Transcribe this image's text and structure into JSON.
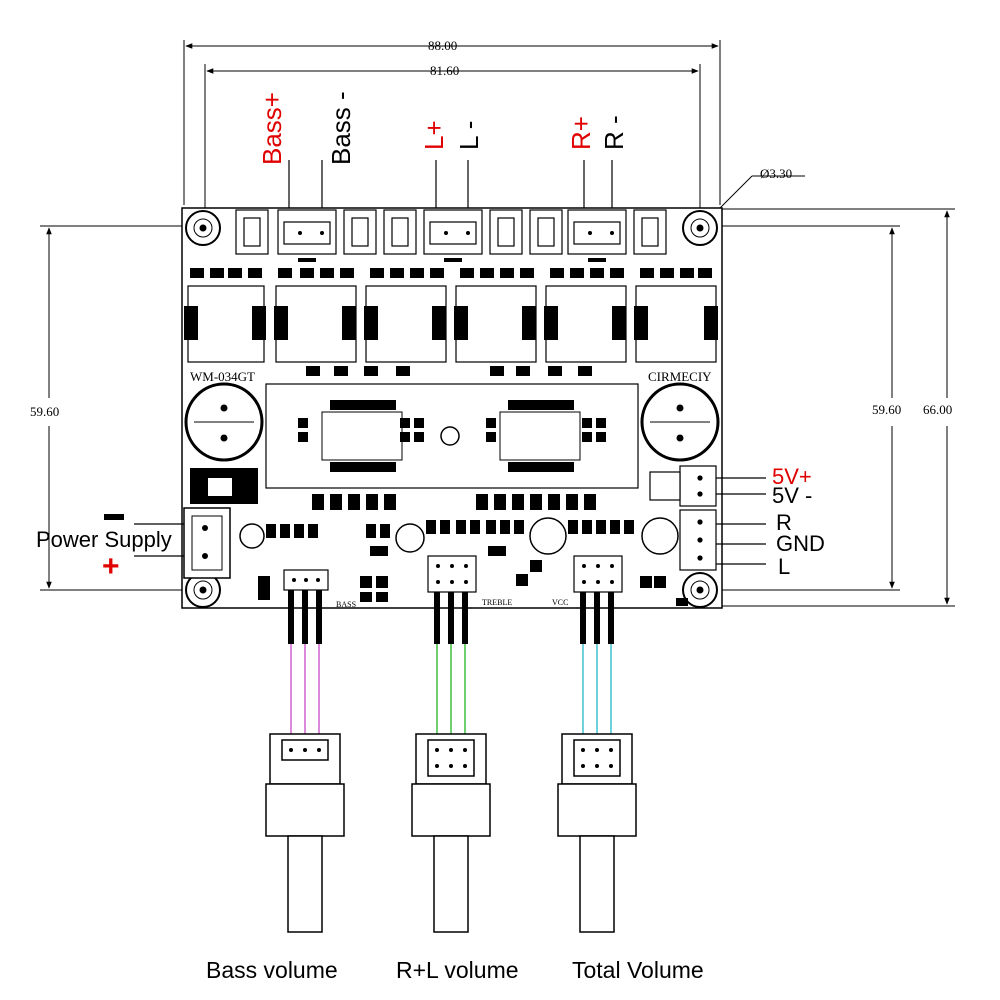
{
  "dimensions": {
    "outer_width": "88.00",
    "hole_spacing_width": "81.60",
    "hole_diameter": "Ø3.30",
    "left_height": "59.60",
    "right_inner_height": "59.60",
    "right_outer_height": "66.00"
  },
  "top_labels": {
    "bass_plus": "Bass+",
    "bass_minus": "Bass -",
    "l_plus": "L+",
    "l_minus": "L -",
    "r_plus": "R+",
    "r_minus": "R -"
  },
  "board_text": {
    "model": "WM-034GT",
    "brand": "CIRMECIY",
    "bass_silk": "BASS",
    "treble_silk": "TREBLE",
    "vcc_silk": "VCC"
  },
  "power_supply": {
    "label": "Power Supply",
    "minus": "−",
    "plus": "+"
  },
  "right_labels": {
    "v5_plus": "5V+",
    "v5_minus": "5V -",
    "r": "R",
    "gnd": "GND",
    "l": "L"
  },
  "pot_labels": {
    "bass": "Bass volume",
    "rl": "R+L volume",
    "total": "Total Volume"
  },
  "colors": {
    "red_label": "#e00000",
    "bass_wire": "#d060d0",
    "rl_wire": "#40c040",
    "total_wire": "#40c0d0"
  }
}
